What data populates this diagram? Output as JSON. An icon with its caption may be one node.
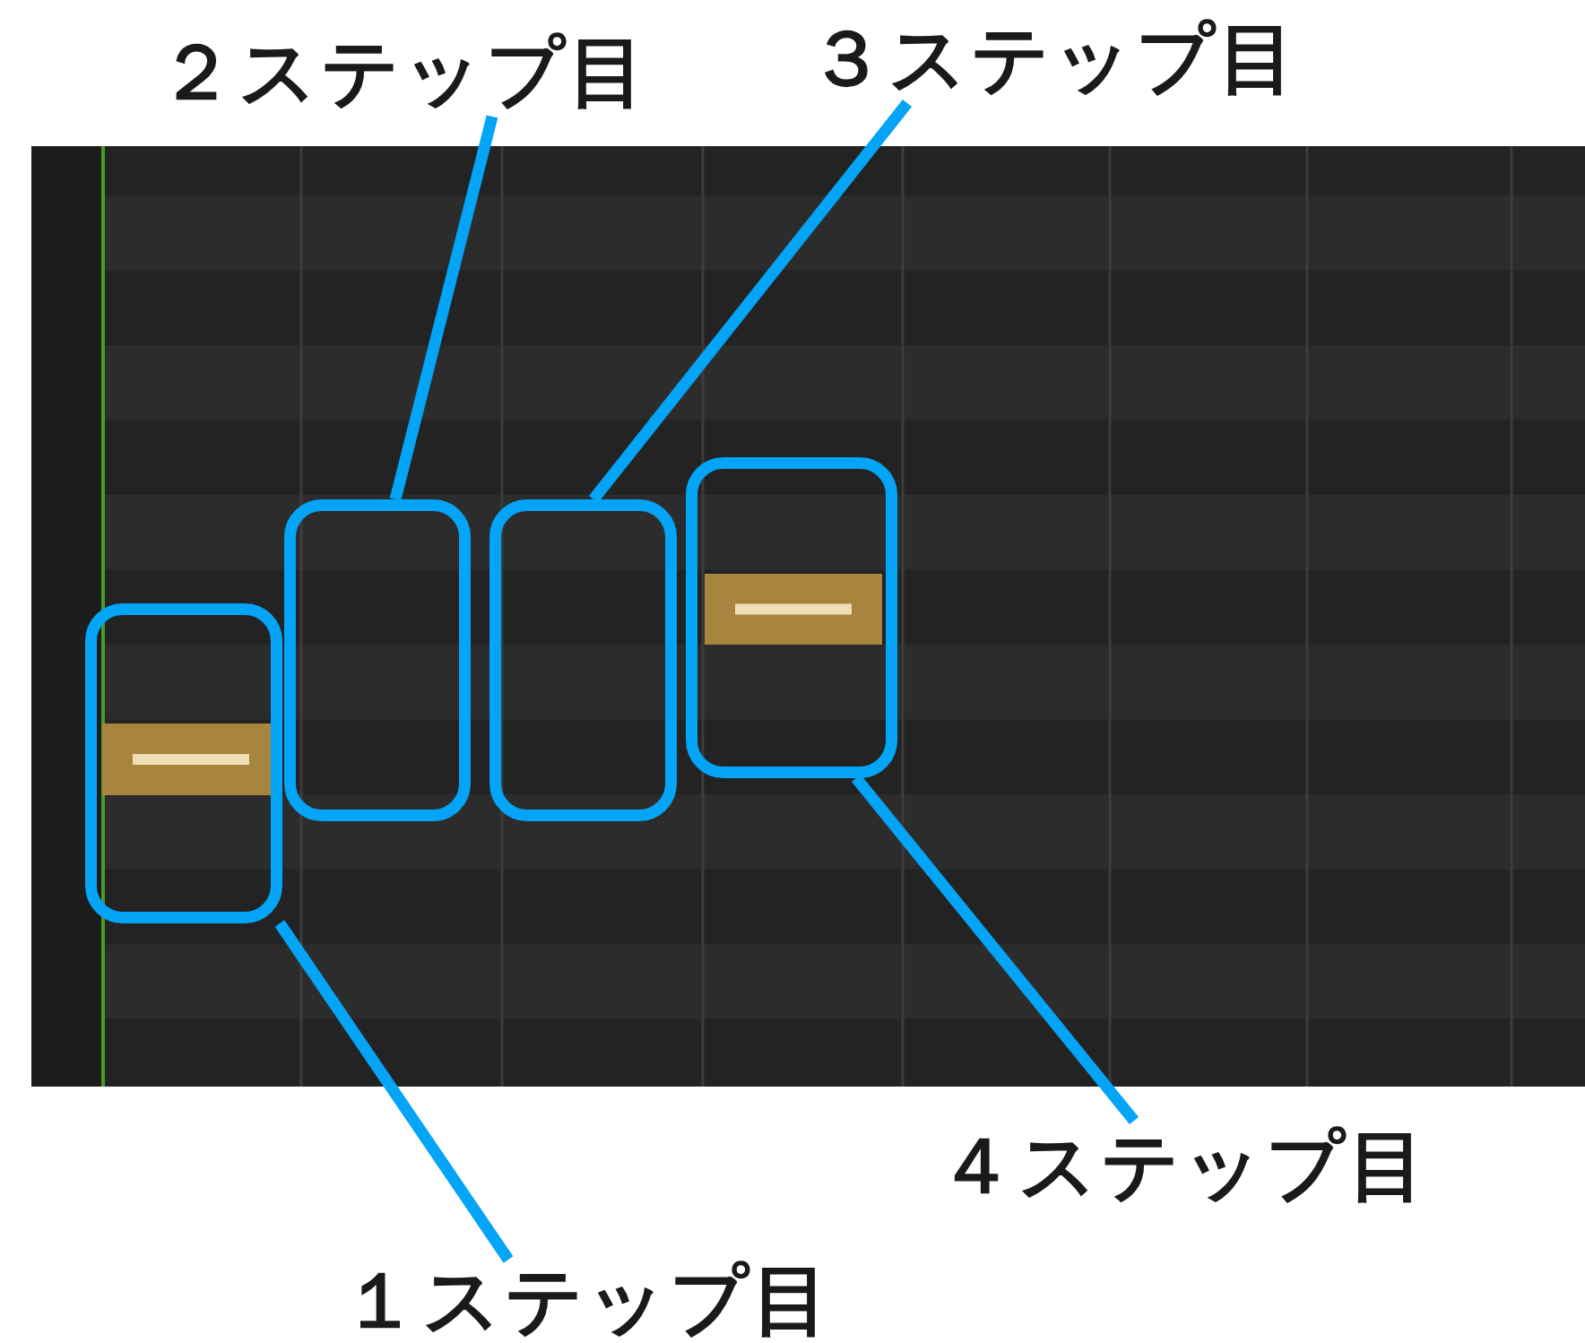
{
  "diagram": {
    "nodes": [
      {
        "text": [
          "２ステップ目"
        ]
      },
      {
        "text": [
          "３ステップ目"
        ]
      },
      {
        "text": [],
        "shape": "box"
      },
      {
        "text": [],
        "shape": "box"
      },
      {
        "text": [],
        "shape": "box"
      },
      {
        "text": [],
        "shape": "box"
      },
      {
        "text": [
          "４ステップ目"
        ]
      },
      {
        "text": [
          "１ステップ目"
        ]
      }
    ],
    "edges": [
      {
        "from": 0,
        "to": 3,
        "arrow": "none"
      },
      {
        "from": 1,
        "to": 4,
        "arrow": "none"
      },
      {
        "from": 6,
        "to": 5,
        "arrow": "none"
      },
      {
        "from": 7,
        "to": 2,
        "arrow": "none"
      }
    ]
  }
}
